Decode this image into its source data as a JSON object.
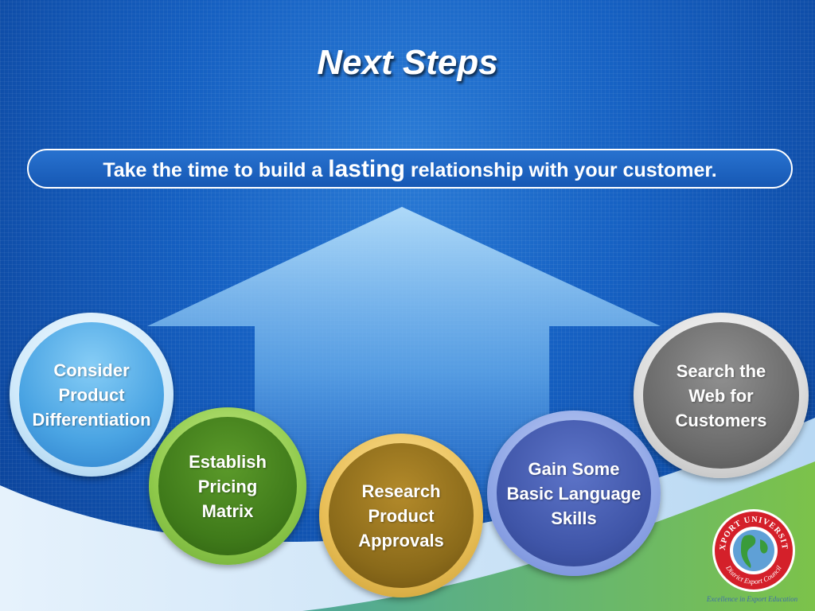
{
  "slide": {
    "title": "Next Steps",
    "banner": {
      "text_before": "Take the time to build a ",
      "emphasis": "lasting",
      "text_after": " relationship with your customer."
    },
    "steps": [
      {
        "lines": [
          "Consider",
          "Product",
          "Differentiation"
        ]
      },
      {
        "lines": [
          "Establish",
          "Pricing",
          "Matrix"
        ]
      },
      {
        "lines": [
          "Research",
          "Product",
          "Approvals"
        ]
      },
      {
        "lines": [
          "Gain Some",
          "Basic Language",
          "Skills"
        ]
      },
      {
        "lines": [
          "Search the",
          "Web for",
          "Customers"
        ]
      }
    ]
  },
  "logo": {
    "top_text": "EXPORT UNIVERSITY",
    "bottom_text": "District Export Council",
    "tagline": "Excellence in Export Education"
  },
  "colors": {
    "background": "#1560c2",
    "banner_border": "#ffffff",
    "step_1": "#4aa4e3",
    "step_2": "#3f7a1a",
    "step_3": "#8a6a1a",
    "step_4": "#3f55a8",
    "step_5": "#6a6a6a",
    "logo_red": "#d4202a"
  }
}
